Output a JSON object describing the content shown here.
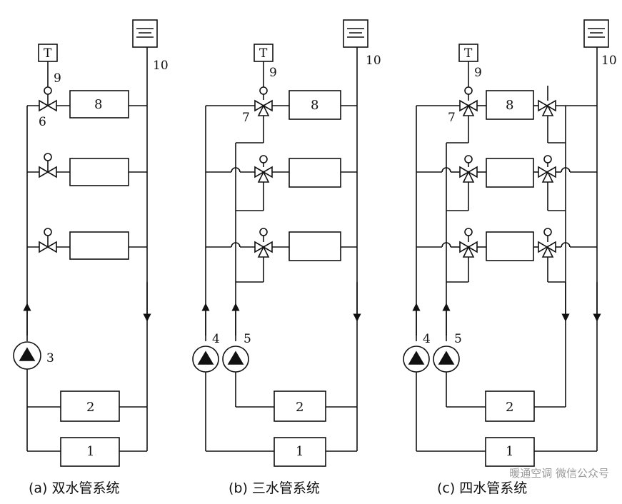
{
  "panels": [
    {
      "caption": "(a) 双水管系统",
      "labels": {
        "t": "T",
        "tank_no": "10",
        "sensor_no": "9",
        "valve_no": "6",
        "coil_no": "8",
        "pump_no": "3",
        "box2": "2",
        "box1": "1"
      }
    },
    {
      "caption": "(b) 三水管系统",
      "labels": {
        "t": "T",
        "tank_no": "10",
        "sensor_no": "9",
        "valve_no": "7",
        "coil_no": "8",
        "pump4": "4",
        "pump5": "5",
        "box2": "2",
        "box1": "1"
      }
    },
    {
      "caption": "(c) 四水管系统",
      "labels": {
        "t": "T",
        "tank_no": "10",
        "sensor_no": "9",
        "valve_no": "7",
        "coil_no": "8",
        "pump4": "4",
        "pump5": "5",
        "box2": "2",
        "box1": "1"
      }
    }
  ],
  "watermark": "暖通空调 微信公众号",
  "colors": {
    "line": "#111111",
    "watermark": "#9a9a9a"
  }
}
